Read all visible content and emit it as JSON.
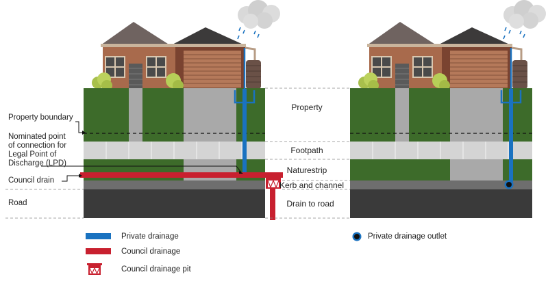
{
  "labels": {
    "property_boundary": "Property boundary",
    "nominated_point_lines": [
      "Nominated point",
      "of connection for",
      "Legal Point of",
      "Discharge (LPD)"
    ],
    "council_drain": "Council drain",
    "road": "Road",
    "property": "Property",
    "footpath": "Footpath",
    "naturestrip": "Naturestrip",
    "kerb_and_channel": "Kerb and channel",
    "drain_to_road": "Drain to road"
  },
  "legend": {
    "private_drainage": "Private drainage",
    "council_drainage": "Council drainage",
    "council_drainage_pit": "Council drainage pit",
    "private_drainage_outlet": "Private drainage outlet"
  },
  "colors": {
    "private_drainage": "#1a72c0",
    "council_drainage": "#c8202f",
    "grass": "#3d6b2a",
    "road": "#3a3a3a",
    "kerb": "#6e6e6e",
    "footpath": "#d4d4d4",
    "brick": "#a86a4c",
    "roof": "#6f6360"
  }
}
